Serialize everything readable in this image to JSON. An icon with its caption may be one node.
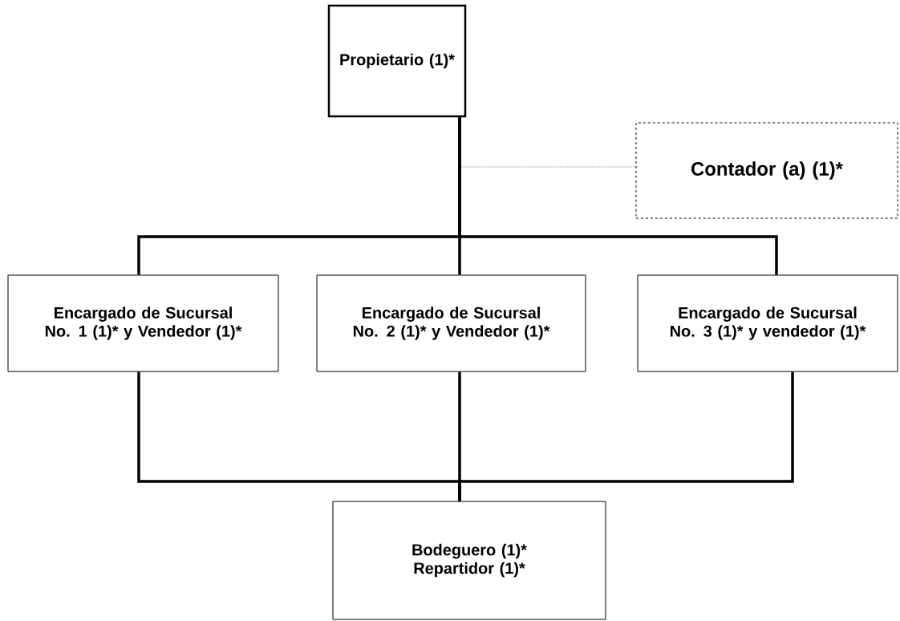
{
  "diagram": {
    "nodes": [
      {
        "text": [
          "Propietario (1)*"
        ]
      },
      {
        "text": [
          "Contador (a) (1)*"
        ]
      },
      {
        "text": [
          "Encargado de Sucursal No. 1 (1)* y Vendedor (1)*"
        ]
      },
      {
        "text": [
          "Encargado de Sucursal No. 2 (1)* y Vendedor (1)*"
        ]
      },
      {
        "text": [
          "Encargado de Sucursal No. 3 (1)* y vendedor (1)*"
        ]
      },
      {
        "text": [
          "Bodeguero (1)* Repartidor (1)*"
        ]
      }
    ],
    "edges": [
      {
        "from": 0,
        "to": 1,
        "arrow": "none",
        "style": "dashed"
      },
      {
        "from": 0,
        "to": 2,
        "arrow": "none"
      },
      {
        "from": 0,
        "to": 3,
        "arrow": "none"
      },
      {
        "from": 0,
        "to": 4,
        "arrow": "none"
      },
      {
        "from": 2,
        "to": 5,
        "arrow": "none"
      },
      {
        "from": 3,
        "to": 5,
        "arrow": "none"
      },
      {
        "from": 4,
        "to": 5,
        "arrow": "none"
      }
    ]
  }
}
